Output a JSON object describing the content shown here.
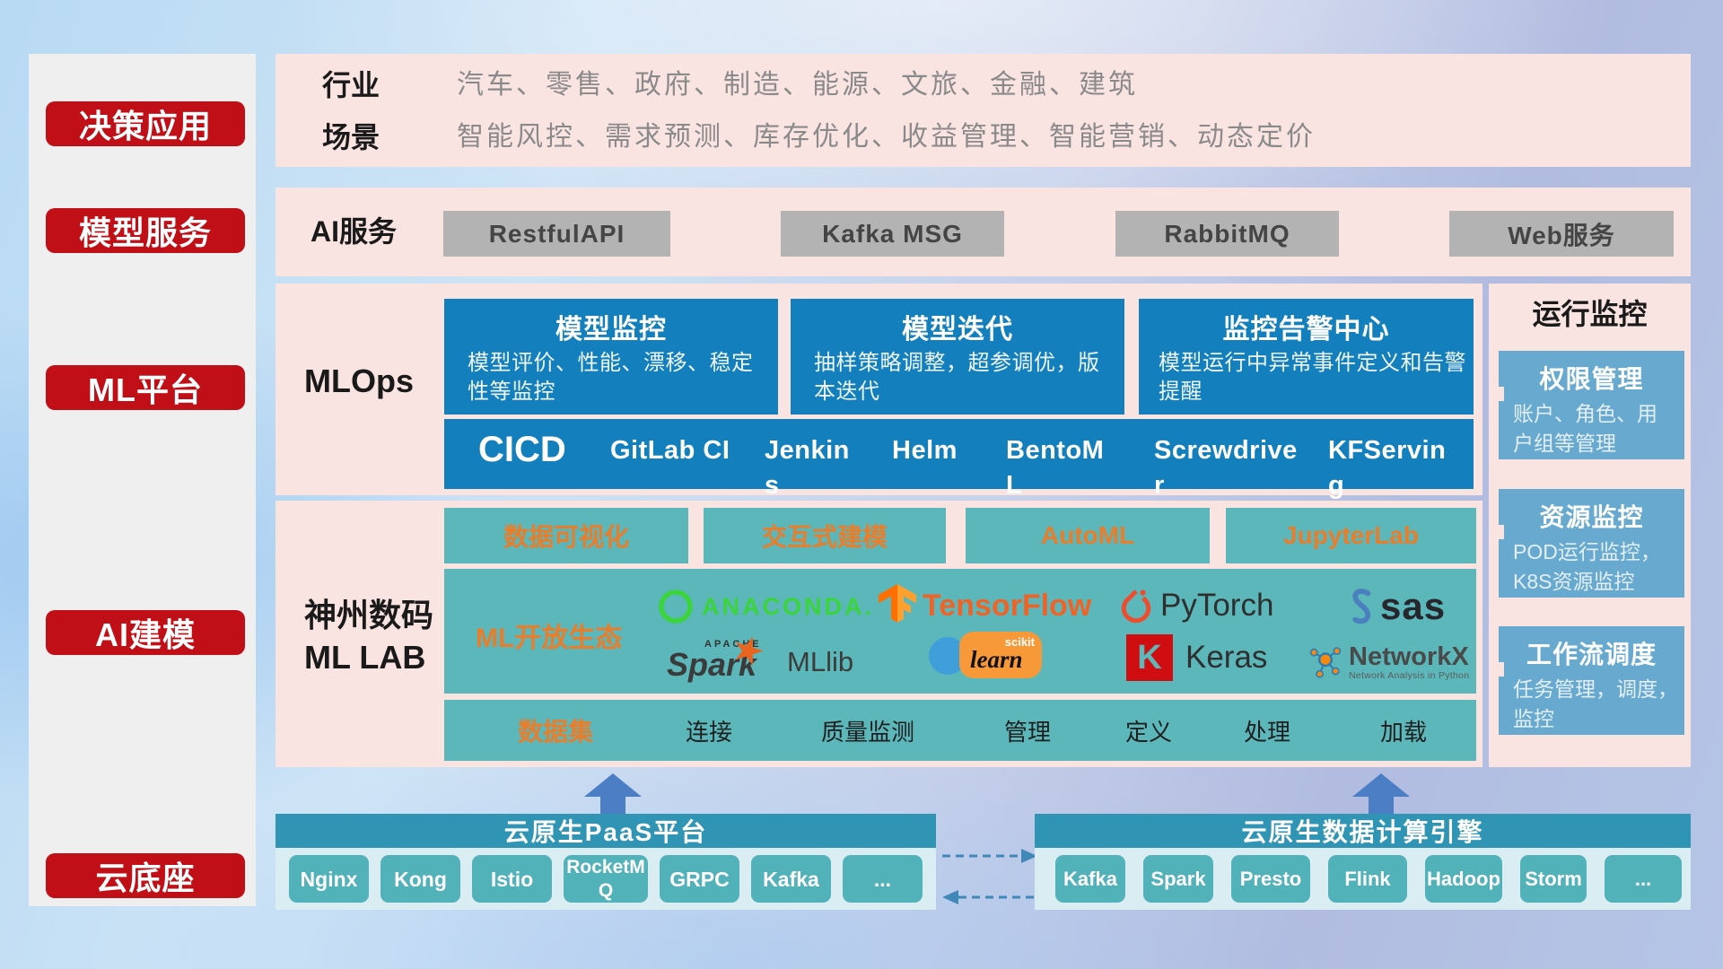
{
  "colors": {
    "red_label": "#c00f16",
    "pink_panel": "#fae4e2",
    "blue_card": "#1380bd",
    "teal_box": "#5bb7ba",
    "orange_text": "#e87e2b",
    "gray_button": "#b3b3b3",
    "monitor_card": "#68aacf",
    "bar_header": "#3095b4",
    "bar_body": "#d9edf2",
    "chip_teal": "#52b2ba",
    "up_arrow": "#4b7ec5",
    "dashed_arrow": "#3f88b8"
  },
  "sidebar": {
    "items": [
      {
        "label": "决策应用"
      },
      {
        "label": "模型服务"
      },
      {
        "label": "ML平台"
      },
      {
        "label": "AI建模"
      },
      {
        "label": "云底座"
      }
    ]
  },
  "apps_band": {
    "industry_label": "行业",
    "industry_list": "汽车、零售、政府、制造、能源、文旅、金融、建筑",
    "scene_label": "场景",
    "scene_list": "智能风控、需求预测、库存优化、收益管理、智能营销、动态定价"
  },
  "ai_band": {
    "label": "AI服务",
    "services": [
      {
        "label": "RestfulAPI"
      },
      {
        "label": "Kafka MSG"
      },
      {
        "label": "RabbitMQ"
      },
      {
        "label": "Web服务"
      }
    ]
  },
  "mlops_band": {
    "label": "MLOps",
    "cards": [
      {
        "title": "模型监控",
        "desc": "模型评价、性能、漂移、稳定性等监控"
      },
      {
        "title": "模型迭代",
        "desc": "抽样策略调整，超参调优，版本迭代"
      },
      {
        "title": "监控告警中心",
        "desc": "模型运行中异常事件定义和告警提醒"
      }
    ],
    "cicd_label": "CICD",
    "cicd_tools": [
      {
        "label": "GitLab CI"
      },
      {
        "label": "Jenkins"
      },
      {
        "label": "Helm"
      },
      {
        "label": "BentoML"
      },
      {
        "label": "Screwdriver"
      },
      {
        "label": "KFServing"
      }
    ]
  },
  "monitor_panel": {
    "title": "运行监控",
    "cards": [
      {
        "title": "权限管理",
        "desc": "账户、角色、用户组等管理"
      },
      {
        "title": "资源监控",
        "desc": "POD运行监控，K8S资源监控"
      },
      {
        "title": "工作流调度",
        "desc": "任务管理，调度，监控"
      }
    ]
  },
  "mllab_band": {
    "label_line1": "神州数码",
    "label_line2": "ML LAB",
    "tools": [
      {
        "label": "数据可视化"
      },
      {
        "label": "交互式建模"
      },
      {
        "label": "AutoML"
      },
      {
        "label": "JupyterLab"
      }
    ],
    "eco_label": "ML开放生态",
    "logos": {
      "anaconda": "ANACONDA.",
      "tensorflow": "TensorFlow",
      "pytorch": "PyTorch",
      "sas": "sas",
      "spark_apache": "APACHE",
      "spark": "Spark",
      "mllib": "MLlib",
      "sklearn_top": "scikit",
      "sklearn_script": "learn",
      "keras_k": "K",
      "keras": "Keras",
      "networkx": "NetworkX",
      "networkx_sub": "Network Analysis in Python"
    },
    "dataset_label": "数据集",
    "dataset_items": [
      {
        "label": "连接"
      },
      {
        "label": "质量监测"
      },
      {
        "label": "管理"
      },
      {
        "label": "定义"
      },
      {
        "label": "处理"
      },
      {
        "label": "加载"
      }
    ]
  },
  "paas_bar": {
    "title": "云原生PaaS平台",
    "items": [
      {
        "label": "Nginx"
      },
      {
        "label": "Kong"
      },
      {
        "label": "Istio"
      },
      {
        "label": "RocketMQ"
      },
      {
        "label": "GRPC"
      },
      {
        "label": "Kafka"
      },
      {
        "label": "..."
      }
    ]
  },
  "engine_bar": {
    "title": "云原生数据计算引擎",
    "items": [
      {
        "label": "Kafka"
      },
      {
        "label": "Spark"
      },
      {
        "label": "Presto"
      },
      {
        "label": "Flink"
      },
      {
        "label": "Hadoop"
      },
      {
        "label": "Storm"
      },
      {
        "label": "..."
      }
    ]
  }
}
